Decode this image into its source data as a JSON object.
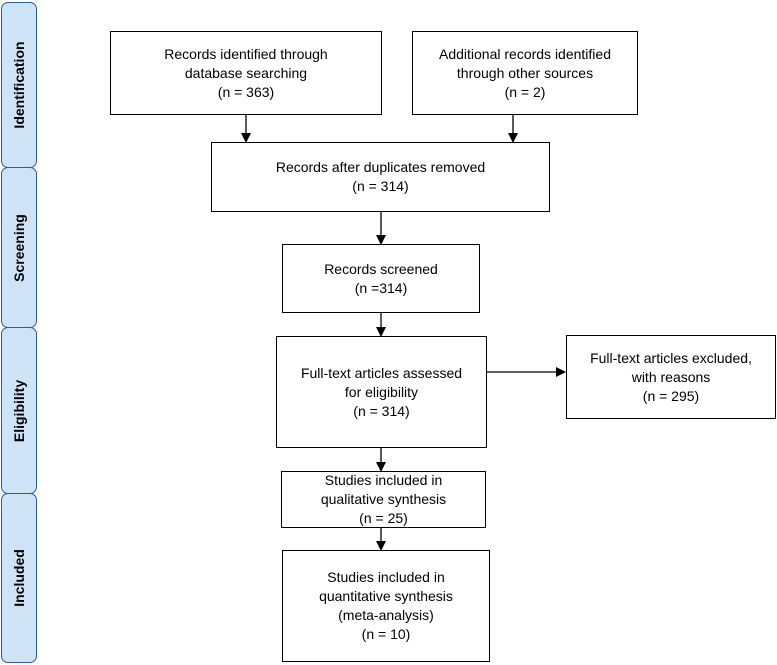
{
  "phases": {
    "identification": "Identification",
    "screening": "Screening",
    "eligibility": "Eligibility",
    "included": "Included"
  },
  "boxes": {
    "db_records": {
      "lines": [
        "Records identified through",
        "database searching",
        "(n = 363)"
      ]
    },
    "other_records": {
      "lines": [
        "Additional records identified",
        "through other sources",
        "(n = 2)"
      ]
    },
    "dedup": {
      "lines": [
        "Records after duplicates removed",
        "(n = 314)"
      ]
    },
    "screened": {
      "lines": [
        "Records screened",
        "(n =314)"
      ]
    },
    "fulltext": {
      "lines": [
        "Full-text articles assessed",
        "for eligibility",
        "(n = 314)"
      ]
    },
    "excluded": {
      "lines": [
        "Full-text articles excluded,",
        "with reasons",
        "(n = 295)"
      ]
    },
    "qualitative": {
      "lines": [
        "Studies included in",
        "qualitative synthesis",
        "(n = 25)"
      ]
    },
    "quantitative": {
      "lines": [
        "Studies included in",
        "quantitative synthesis",
        "(meta-analysis)",
        "(n = 10)"
      ]
    }
  },
  "colors": {
    "phase_fill": "#cfe3f6",
    "phase_border": "#2c5e8f",
    "box_border": "#000000",
    "arrow": "#000000"
  }
}
